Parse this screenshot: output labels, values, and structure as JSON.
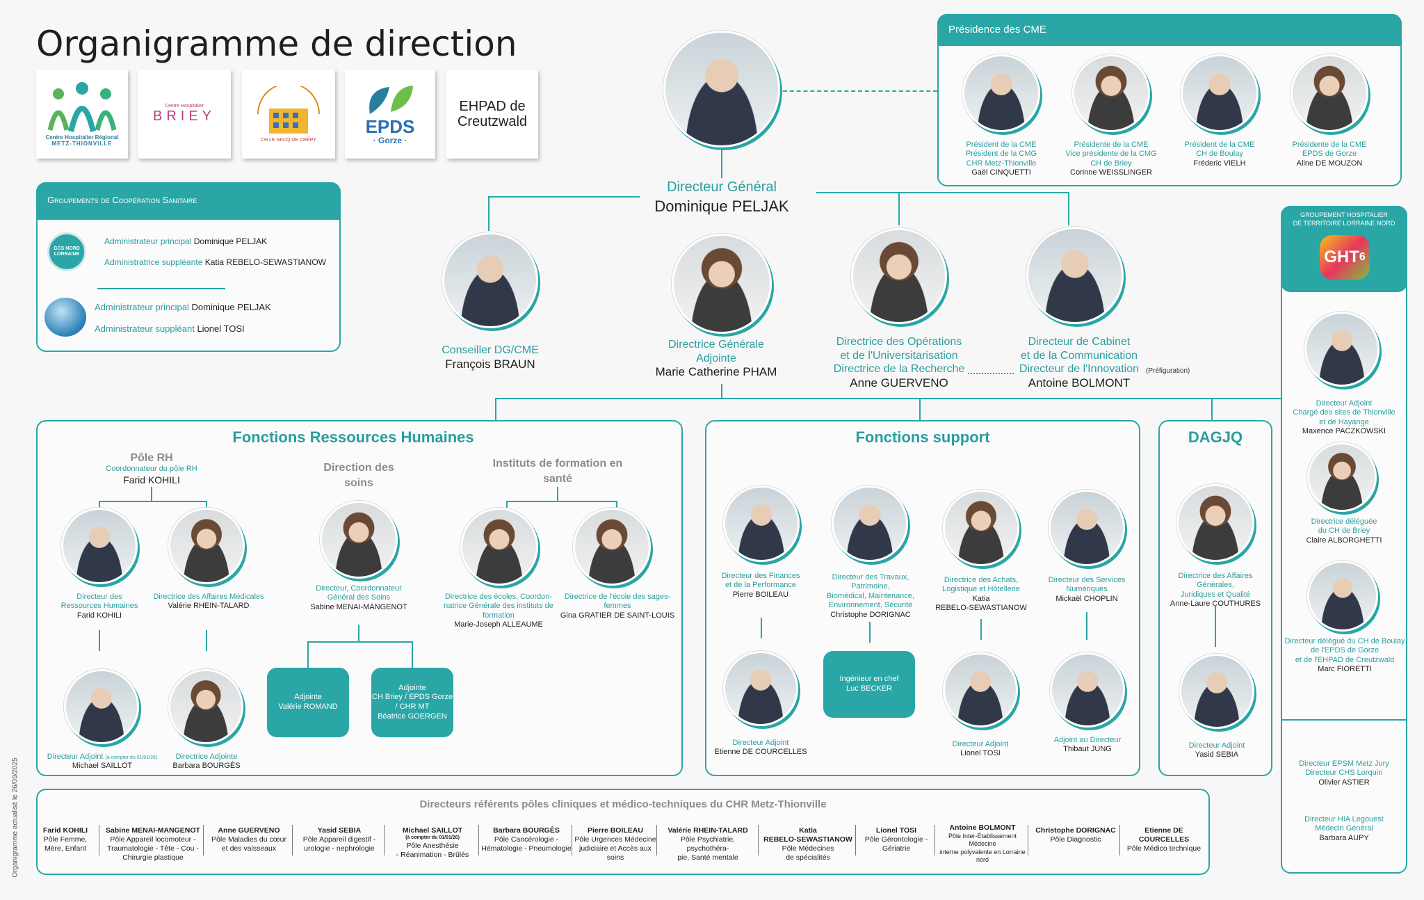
{
  "title": "Organigramme de direction",
  "update_note": "Organigramme actualisé le 26/09/2025",
  "logos": {
    "chr_line1": "Centre Hospitalier Régional",
    "chr_line2": "METZ-THIONVILLE",
    "brief_small": "Centre Hospitalier",
    "briey": "BRIEY",
    "lesecq": "CH LE SECQ DE CRÉPY",
    "epds": "EPDS",
    "gorze": "· Gorze ·",
    "ehpad": "EHPAD de Creutzwald"
  },
  "gcs": {
    "title": "Groupements de Coopération Sanitaire",
    "logo1": "GCS NORD LORRAINE",
    "r1": "Administrateur principal",
    "n1": "Dominique PELJAK",
    "r2": "Administratrice suppléante",
    "n2": "Katia REBELO-SEWASTIANOW",
    "r3": "Administrateur principal",
    "n3": "Dominique PELJAK",
    "r4": "Administrateur suppléant",
    "n4": "Lionel TOSI"
  },
  "dg": {
    "role": "Directeur Général",
    "name": "Dominique PELJAK"
  },
  "cme": {
    "title": "Présidence des CME",
    "m1": {
      "r1": "Président de la CME",
      "r2": "Président de la CMG",
      "r3": "CHR Metz-Thionville",
      "name": "Gaël CINQUETTI"
    },
    "m2": {
      "r1": "Présidente de la CME",
      "r2": "Vice présidente de la CMG",
      "r3": "CH de Briey",
      "name": "Corinne WEISSLINGER"
    },
    "m3": {
      "r1": "Président de la CME",
      "r2": "CH de Boulay",
      "name": "Fréderic VIELH"
    },
    "m4": {
      "r1": "Présidente de la CME",
      "r2": "EPDS de Gorze",
      "name": "Aline DE MOUZON"
    }
  },
  "level2": {
    "braun": {
      "r1": "Conseiller DG/CME",
      "name": "François BRAUN"
    },
    "pham": {
      "r1": "Directrice Générale",
      "r2": "Adjointe",
      "name": "Marie Catherine PHAM"
    },
    "guerveno": {
      "r1": "Directrice des Opérations",
      "r2": "et de l'Universitarisation",
      "r3": "Directrice de la Recherche",
      "name": "Anne GUERVENO"
    },
    "bolmont": {
      "r1": "Directeur de Cabinet",
      "r2": "et de la Communication",
      "r3": "Directeur de l'Innovation",
      "note": "(Préfiguration)",
      "name": "Antoine BOLMONT"
    }
  },
  "rh": {
    "title": "Fonctions Ressources Humaines",
    "pole_title": "Pôle RH",
    "pole_role": "Coordonnateur du pôle RH",
    "pole_name": "Farid KOHILI",
    "soins_title": "Direction des soins",
    "instituts_title": "Instituts de formation en santé",
    "kohili": {
      "r1": "Directeur des",
      "r2": "Ressources Humaines",
      "name": "Farid KOHILI"
    },
    "rhein": {
      "r1": "Directrice des Affaires Médicales",
      "name": "Valérie RHEIN-TALARD"
    },
    "menai": {
      "r1": "Directeur, Coordonnateur",
      "r2": "Général des Soins",
      "name": "Sabine MENAI-MANGENOT"
    },
    "alleaume": {
      "r1": "Directrice des écoles, Coordon-",
      "r2": "natrice Générale des instituts de",
      "r3": "formation",
      "name": "Marie-Joseph ALLEAUME"
    },
    "gratier": {
      "r1": "Directrice de l'école des sages-",
      "r2": "femmes",
      "name": "Gina GRATIER DE SAINT-LOUIS"
    },
    "saillot": {
      "r1": "Directeur Adjoint",
      "note": "(à compter du 01/01/26)",
      "name": "Michael SAILLOT"
    },
    "bourges": {
      "r1": "Directrice Adjointe",
      "name": "Barbara BOURGÈS"
    },
    "romand": {
      "r1": "Adjointe",
      "name": "Valérie ROMAND"
    },
    "goerger": {
      "r1": "Adjointe",
      "r2": "CH Briey / EPDS Gorze",
      "r3": "/ CHR MT",
      "name": "Béatrice GOERGEN"
    }
  },
  "support": {
    "title": "Fonctions support",
    "boileau": {
      "r1": "Directeur des Finances",
      "r2": "et de la Performance",
      "name": "Pierre BOILEAU"
    },
    "dorignac": {
      "r1": "Directeur des Travaux, Patrimoine,",
      "r2": "Biomédical, Maintenance,",
      "r3": "Environnement, Sécurité",
      "name": "Christophe DORIGNAC"
    },
    "rebelo": {
      "r1": "Directrice des Achats,",
      "r2": "Logistique et Hôtellerie",
      "name": "Katia",
      "name2": "REBELO-SEWASTIANOW"
    },
    "choplin": {
      "r1": "Directeur des Services",
      "r2": "Numériques",
      "name": "Mickaël CHOPLIN"
    },
    "courcelles": {
      "r1": "Directeur Adjoint",
      "name": "Etienne DE COURCELLES"
    },
    "becker": {
      "r1": "Ingénieur en chef",
      "name": "Luc BECKER"
    },
    "tosi": {
      "r1": "Directeur Adjoint",
      "name": "Lionel TOSI"
    },
    "jung": {
      "r1": "Adjoint au Directeur",
      "name": "Thibaut JUNG"
    }
  },
  "dagjq": {
    "title": "DAGJQ",
    "couthures": {
      "r1": "Directrice des Affaires Générales,",
      "r2": "Juridiques et Qualité",
      "name": "Anne-Laure COUTHURES"
    },
    "sebia": {
      "r1": "Directeur Adjoint",
      "name": "Yasid SEBIA"
    }
  },
  "ght": {
    "title1": "GROUPEMENT HOSPITALIER",
    "title2": "DE TERRITOIRE LORRAINE NORD",
    "logo": "GHT",
    "logo_num": "6",
    "paczkowski": {
      "r1": "Directeur Adjoint",
      "r2": "Chargé des sites de Thionville",
      "r3": "et de Hayange",
      "name": "Maxence PACZKOWSKI"
    },
    "alborghetti": {
      "r1": "Directrice déléguée",
      "r2": "du CH de Briey",
      "name": "Claire ALBORGHETTI"
    },
    "fioretti": {
      "r1": "Directeur délégué du CH de Boulay",
      "r2": "de l'EPDS de Gorze",
      "r3": "et de l'EHPAD de Creutzwald",
      "name": "Marc FIORETTI"
    },
    "astier": {
      "r1": "Directeur EPSM Metz Jury",
      "r2": "Directeur CHS Lorquin",
      "name": "Olivier ASTIER"
    },
    "aupy": {
      "r1": "Directeur HIA Legouest",
      "r2": "Médecin Général",
      "name": "Barbara AUPY"
    }
  },
  "referents": {
    "title": "Directeurs référents pôles cliniques et médico-techniques du CHR Metz-Thionville",
    "items": [
      {
        "name": "Farid KOHILI",
        "l1": "Pôle Femme,",
        "l2": "Mère, Enfant",
        "l3": ""
      },
      {
        "name": "Sabine MENAI-MANGENOT",
        "l1": "Pôle Appareil locomoteur -",
        "l2": "Traumatologie - Tête - Cou -",
        "l3": "Chirurgie plastique"
      },
      {
        "name": "Anne GUERVENO",
        "l1": "Pôle Maladies du cœur",
        "l2": "et des vaisseaux",
        "l3": ""
      },
      {
        "name": "Yasid SEBIA",
        "l1": "Pôle Appareil digestif -",
        "l2": "urologie - nephrologie",
        "l3": ""
      },
      {
        "name": "Michael SAILLOT",
        "note": "(à compter du 01/01/26)",
        "l1": "Pôle Anesthésie",
        "l2": "- Réanimation - Brûlés",
        "l3": ""
      },
      {
        "name": "Barbara BOURGÈS",
        "l1": "Pôle Cancérologie -",
        "l2": "Hématologie - Pneumologie",
        "l3": ""
      },
      {
        "name": "Pierre BOILEAU",
        "l1": "Pôle Urgences Médecine",
        "l2": "judiciaire et Accès aux soins",
        "l3": ""
      },
      {
        "name": "Valérie RHEIN-TALARD",
        "l1": "Pôle Psychiatrie, psychothéra-",
        "l2": "pie, Santé mentale",
        "l3": ""
      },
      {
        "name": "Katia",
        "name2": "REBELO-SEWASTIANOW",
        "l1": "Pôle Médecines",
        "l2": "de spécialités",
        "l3": ""
      },
      {
        "name": "Lionel TOSI",
        "l1": "Pôle Gérontologie -",
        "l2": "Gériatrie",
        "l3": ""
      },
      {
        "name": "Antoine BOLMONT",
        "l1": "Pôle Inter-Établissement",
        "l2": "Médecine",
        "l3": "interne polyvalente en Lorraine",
        "l4": "nord"
      },
      {
        "name": "Christophe DORIGNAC",
        "l1": "Pôle Diagnostic",
        "l2": "",
        "l3": ""
      },
      {
        "name": "Etienne DE COURCELLES",
        "l1": "Pôle Médico technique",
        "l2": "",
        "l3": ""
      }
    ]
  },
  "colors": {
    "teal": "#2aa6a6",
    "teal_text": "#2a9d9f"
  }
}
